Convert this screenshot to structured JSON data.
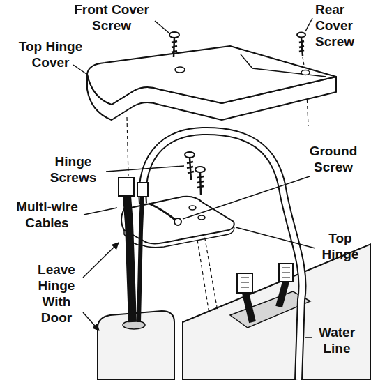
{
  "diagram": {
    "labels": [
      "Front Cover Screw",
      "Rear Cover Screw",
      "Top Hinge Cover",
      "Hinge Screws",
      "Ground Screw",
      "Multi-wire Cables",
      "Top Hinge",
      "Leave Hinge With Door",
      "Water Line"
    ]
  }
}
